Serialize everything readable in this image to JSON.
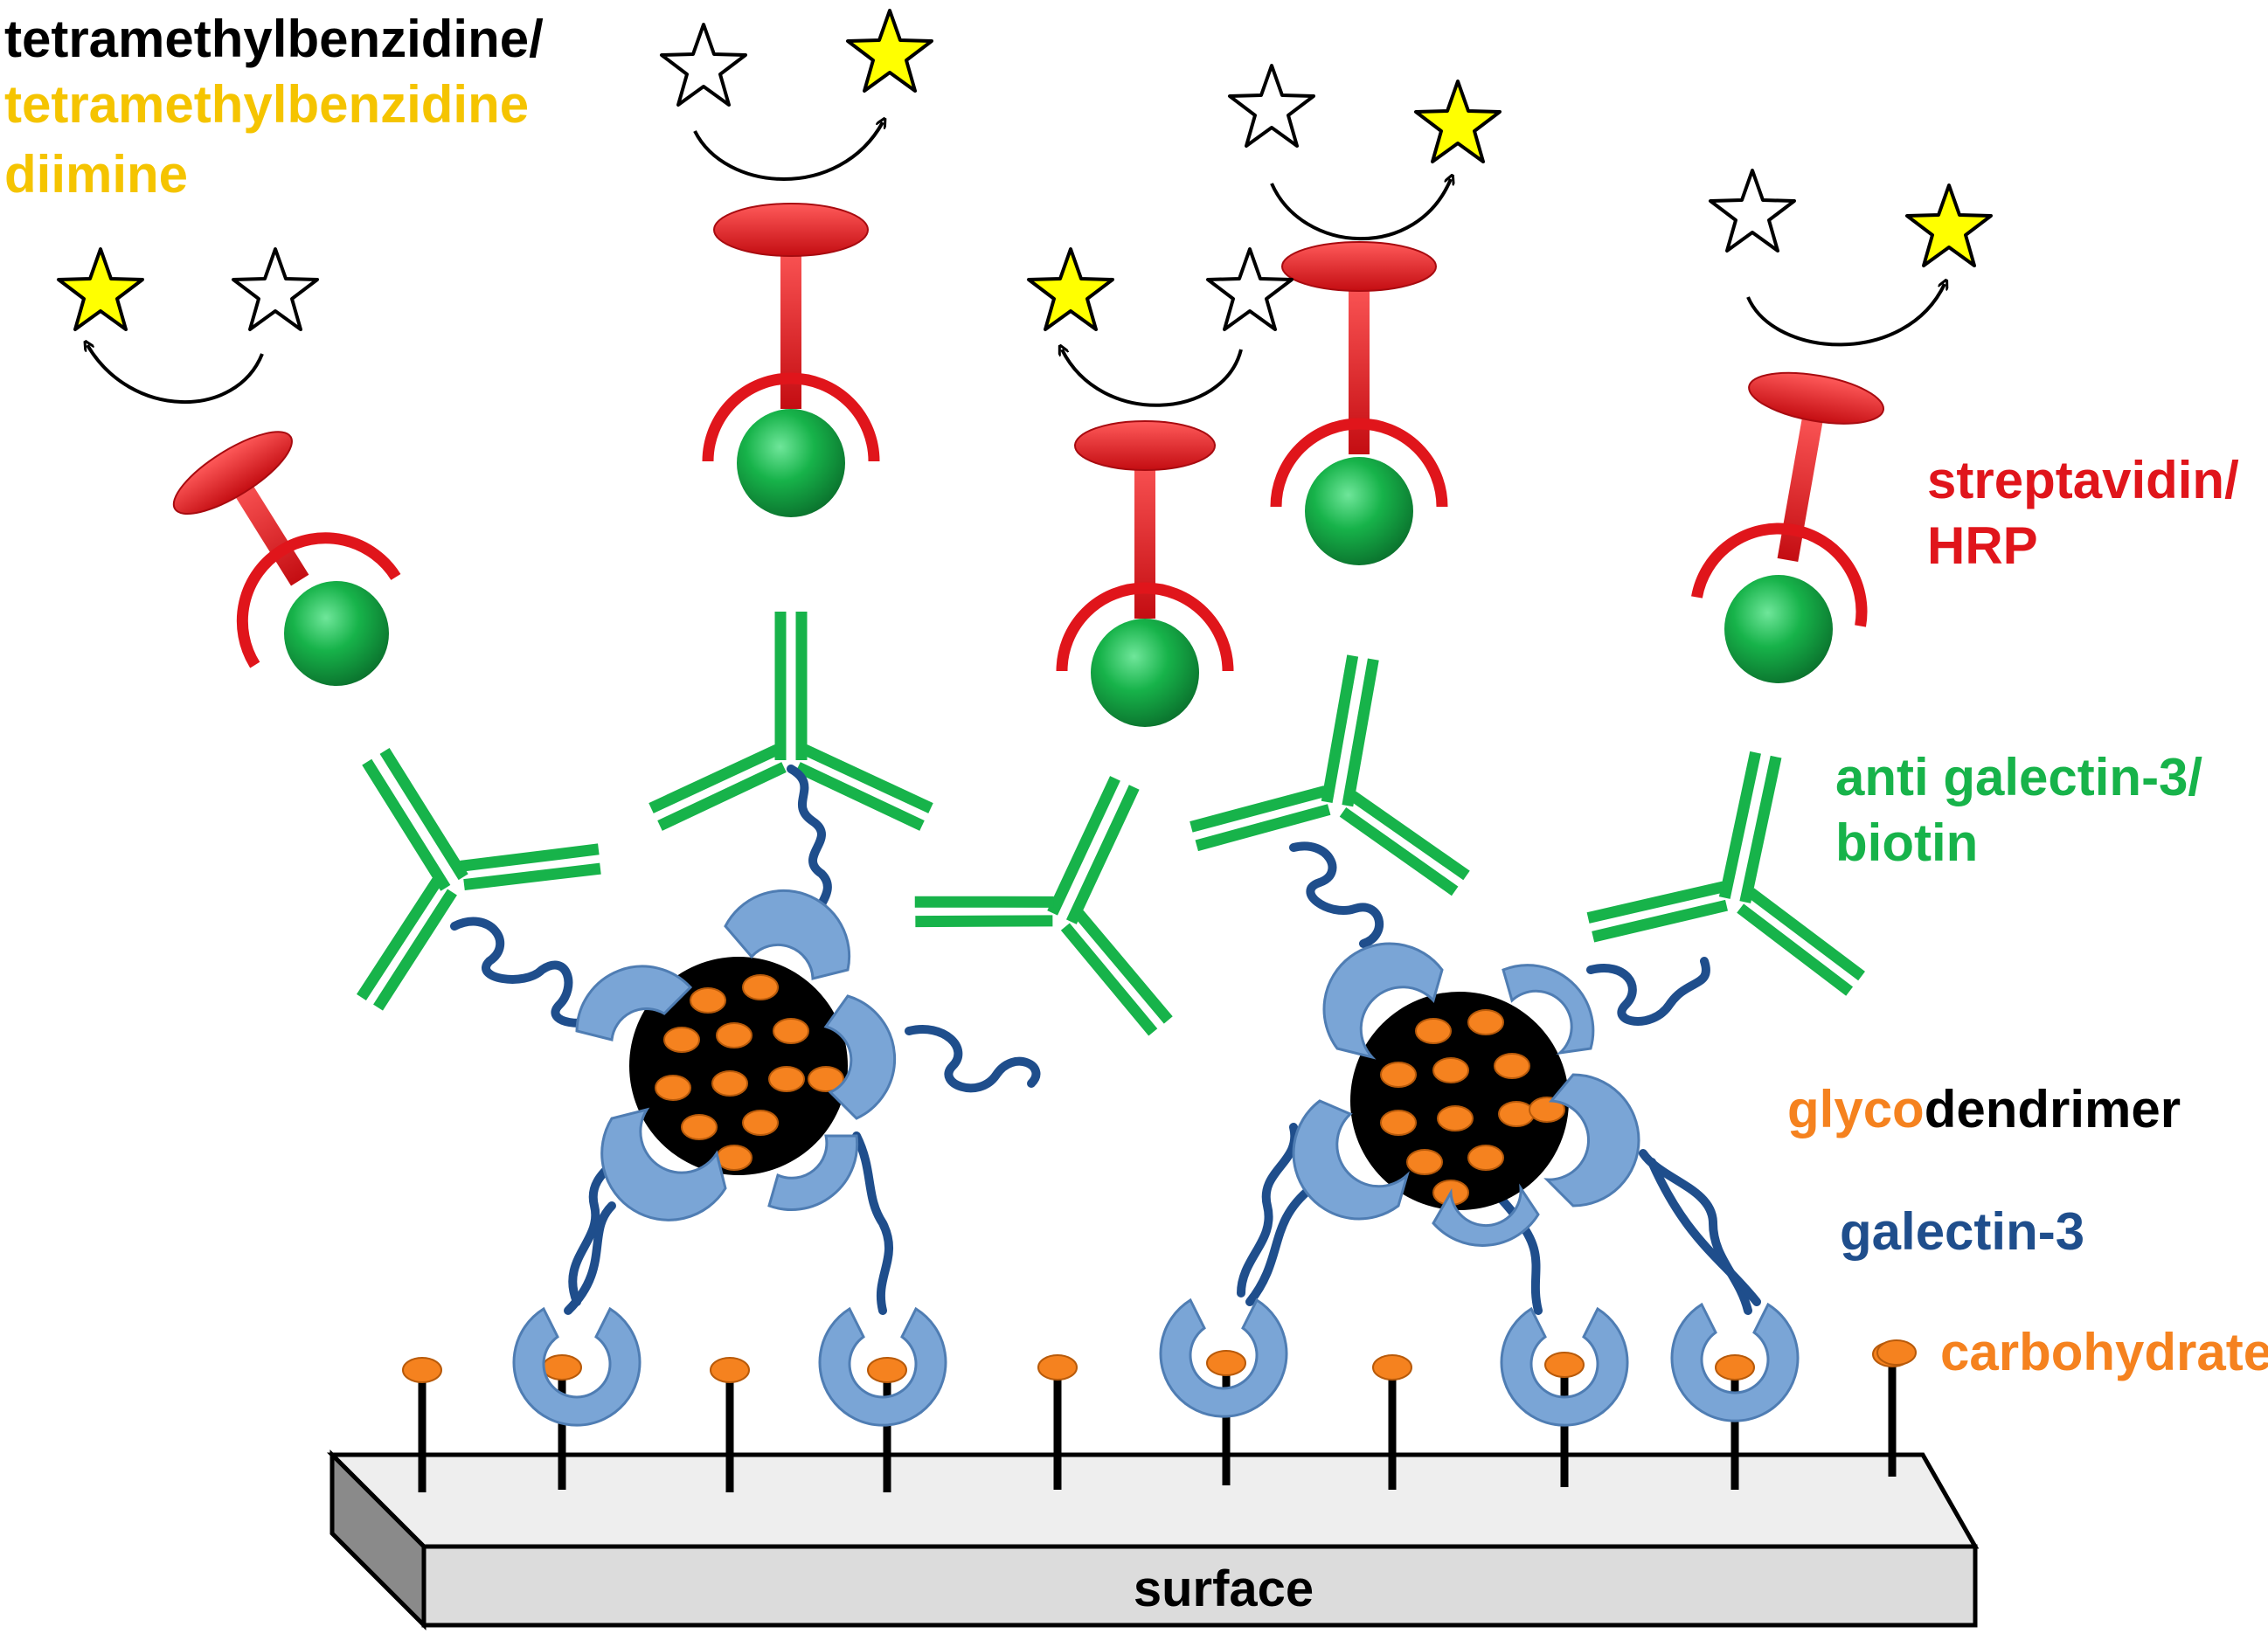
{
  "labels": {
    "substrate_line1": "tetramethylbenzidine/",
    "substrate_line2": "tetramethylbenzidine",
    "substrate_line3": "diimine",
    "streptavidin_line1": "streptavidin/",
    "streptavidin_line2": "HRP",
    "antibody_line1": "anti galectin-3/",
    "antibody_line2": "biotin",
    "glyco_prefix": "glyco",
    "glyco_suffix": "dendrimer",
    "galectin": "galectin-3",
    "carbohydrate": "carbohydrate",
    "surface": "surface"
  },
  "colors": {
    "streptavidin_red": "#e0151b",
    "antibody_green": "#17b34a",
    "biotin_green": "#0f9a3e",
    "galectin_blue": "#7aa5d6",
    "linker_navy": "#1f4e8c",
    "carbohydrate_orange": "#f5821f",
    "substrate_gold": "#f5c400",
    "star_yellow": "#ffff00",
    "dendrimer_black": "#000000",
    "surface_gray": "#dcdcdc",
    "text_black": "#000000"
  },
  "icons": {
    "oxidized_substrate": "filled-star-icon",
    "reduced_substrate": "empty-star-icon",
    "conversion": "curved-arrow-icon"
  }
}
